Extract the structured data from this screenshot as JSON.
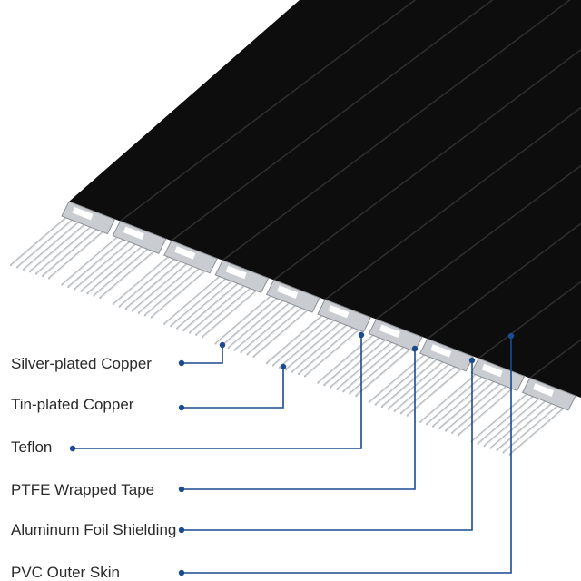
{
  "diagram": {
    "colors": {
      "jacket": "#0d0d0d",
      "jacket_seam": "#2d2d2d",
      "foil": "#c9cdd2",
      "conductor": "#b9bdc2",
      "leader": "#1a4a8f",
      "label_text": "#2a2a2a"
    },
    "labels": [
      {
        "id": "silver",
        "text": "Silver-plated Copper"
      },
      {
        "id": "tin",
        "text": "Tin-plated Copper"
      },
      {
        "id": "teflon",
        "text": "Teflon"
      },
      {
        "id": "ptfe",
        "text": "PTFE Wrapped Tape"
      },
      {
        "id": "foil",
        "text": "Aluminum Foil Shielding"
      },
      {
        "id": "pvc",
        "text": "PVC Outer Skin"
      }
    ]
  }
}
